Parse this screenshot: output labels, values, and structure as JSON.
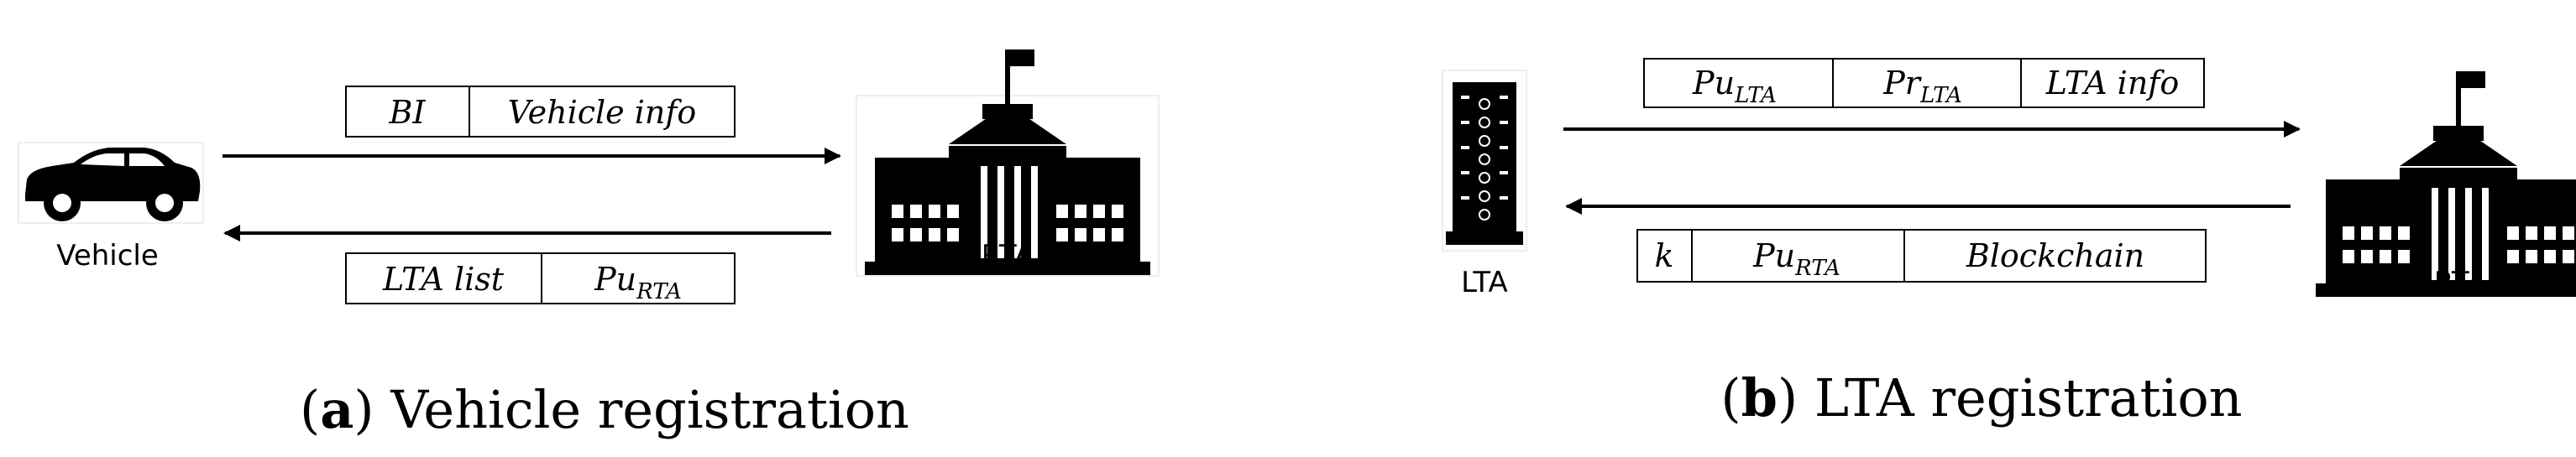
{
  "panel_a": {
    "vehicle_label": "Vehicle",
    "rta_label": "RTA",
    "msg_top": [
      "BI",
      "Vehicle info"
    ],
    "msg_bottom": {
      "lta_list": "LTA list",
      "pu": "Pu",
      "pu_sub": "RTA"
    },
    "caption_letter": "a",
    "caption_text": "Vehicle registration"
  },
  "panel_b": {
    "lta_label": "LTA",
    "rta_label": "RTA",
    "msg_top": {
      "pu": "Pu",
      "pu_sub": "LTA",
      "pr": "Pr",
      "pr_sub": "LTA",
      "info": "LTA info"
    },
    "msg_bottom": {
      "k": "k",
      "pu": "Pu",
      "pu_sub": "RTA",
      "chain": "Blockchain"
    },
    "caption_letter": "b",
    "caption_text": "LTA registration"
  },
  "icons": [
    "car-icon",
    "rta-building-icon",
    "lta-tower-icon"
  ]
}
